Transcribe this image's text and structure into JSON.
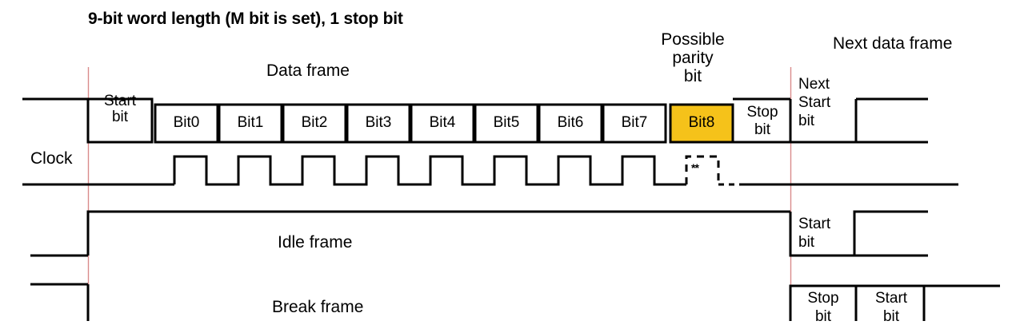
{
  "diagram": {
    "title": "9-bit word length (M bit is set), 1 stop bit",
    "colors": {
      "line": "#000000",
      "marker_line": "#d98b8b",
      "parity_highlight": "#F5C21A",
      "background": "#ffffff"
    },
    "annotations": {
      "data_frame": "Data frame",
      "possible_parity_bit_line1": "Possible",
      "possible_parity_bit_line2": "parity",
      "possible_parity_bit_line3": "bit",
      "next_data_frame": "Next data frame",
      "clock": "Clock",
      "idle_frame": "Idle frame",
      "break_frame": "Break frame",
      "parity_placeholder": "**"
    },
    "data_frame_cells": [
      {
        "label_line1": "Start",
        "label_line2": "bit",
        "highlight": false
      },
      {
        "label_line1": "Bit0",
        "label_line2": "",
        "highlight": false
      },
      {
        "label_line1": "Bit1",
        "label_line2": "",
        "highlight": false
      },
      {
        "label_line1": "Bit2",
        "label_line2": "",
        "highlight": false
      },
      {
        "label_line1": "Bit3",
        "label_line2": "",
        "highlight": false
      },
      {
        "label_line1": "Bit4",
        "label_line2": "",
        "highlight": false
      },
      {
        "label_line1": "Bit5",
        "label_line2": "",
        "highlight": false
      },
      {
        "label_line1": "Bit6",
        "label_line2": "",
        "highlight": false
      },
      {
        "label_line1": "Bit7",
        "label_line2": "",
        "highlight": false
      },
      {
        "label_line1": "Bit8",
        "label_line2": "",
        "highlight": true
      },
      {
        "label_line1": "Stop",
        "label_line2": "bit",
        "highlight": false
      }
    ],
    "next_frame_cells": [
      {
        "label_line1": "Next",
        "label_line2": "Start",
        "label_line3": "bit"
      }
    ],
    "idle_row": {
      "next_start_line1": "Start",
      "next_start_line2": "bit"
    },
    "break_row": {
      "stop_line1": "Stop",
      "stop_line2": "bit",
      "start_line1": "Start",
      "start_line2": "bit"
    },
    "clock_pulse_count": 9
  }
}
